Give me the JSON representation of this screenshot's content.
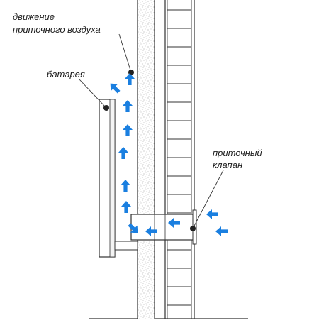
{
  "labels": {
    "airflow_line1": "движение",
    "airflow_line2": "приточного воздуха",
    "radiator": "батарея",
    "valve_line1": "приточный",
    "valve_line2": "клапан"
  },
  "colors": {
    "arrow": "#1a7fe0",
    "line": "#333333",
    "paper": "#ffffff"
  }
}
